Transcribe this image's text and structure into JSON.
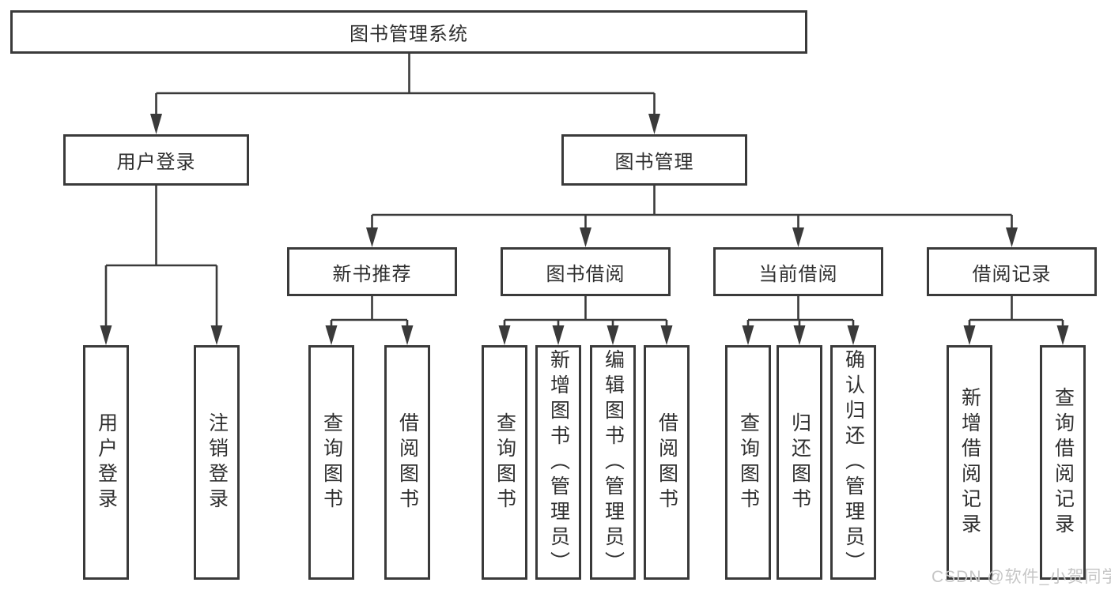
{
  "diagram_title": "图书管理系统",
  "tree": {
    "root": {
      "label": "图书管理系统",
      "children": [
        {
          "label": "用户登录",
          "children": [
            {
              "label": "用户登录"
            },
            {
              "label": "注销登录"
            }
          ]
        },
        {
          "label": "图书管理",
          "children": [
            {
              "label": "新书推荐",
              "children": [
                {
                  "label": "查询图书"
                },
                {
                  "label": "借阅图书"
                }
              ]
            },
            {
              "label": "图书借阅",
              "children": [
                {
                  "label": "查询图书"
                },
                {
                  "label": "新增图书（管理员）"
                },
                {
                  "label": "编辑图书（管理员）"
                },
                {
                  "label": "借阅图书"
                }
              ]
            },
            {
              "label": "当前借阅",
              "children": [
                {
                  "label": "查询图书"
                },
                {
                  "label": "归还图书"
                },
                {
                  "label": "确认归还（管理员）"
                }
              ]
            },
            {
              "label": "借阅记录",
              "children": [
                {
                  "label": "新增借阅记录"
                },
                {
                  "label": "查询借阅记录"
                }
              ]
            }
          ]
        }
      ]
    }
  },
  "watermark": {
    "text": "CSDN @软件_小贺同学"
  },
  "colors": {
    "line": "#3a3a3a",
    "text": "#2f2f2f",
    "watermark": "#c6c6c6",
    "background": "#ffffff"
  }
}
